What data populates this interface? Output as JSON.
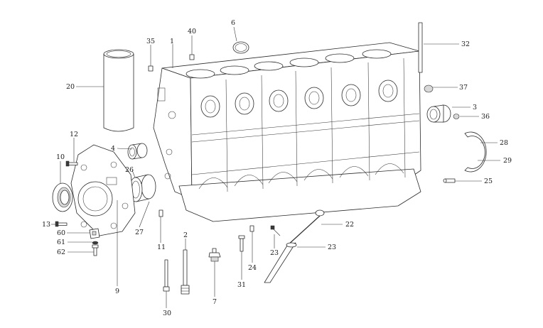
{
  "diagram": {
    "callouts": [
      {
        "id": "c1",
        "text": "1"
      },
      {
        "id": "c2",
        "text": "2"
      },
      {
        "id": "c3",
        "text": "3"
      },
      {
        "id": "c4",
        "text": "4"
      },
      {
        "id": "c6",
        "text": "6"
      },
      {
        "id": "c7",
        "text": "7"
      },
      {
        "id": "c9",
        "text": "9"
      },
      {
        "id": "c10",
        "text": "10"
      },
      {
        "id": "c11",
        "text": "11"
      },
      {
        "id": "c12",
        "text": "12"
      },
      {
        "id": "c13",
        "text": "13"
      },
      {
        "id": "c20",
        "text": "20"
      },
      {
        "id": "c22",
        "text": "22"
      },
      {
        "id": "c23a",
        "text": "23"
      },
      {
        "id": "c23b",
        "text": "23"
      },
      {
        "id": "c24",
        "text": "24"
      },
      {
        "id": "c25",
        "text": "25"
      },
      {
        "id": "c26",
        "text": "26"
      },
      {
        "id": "c27",
        "text": "27"
      },
      {
        "id": "c28",
        "text": "28"
      },
      {
        "id": "c29",
        "text": "29"
      },
      {
        "id": "c30",
        "text": "30"
      },
      {
        "id": "c31",
        "text": "31"
      },
      {
        "id": "c32",
        "text": "32"
      },
      {
        "id": "c35",
        "text": "35"
      },
      {
        "id": "c36",
        "text": "36"
      },
      {
        "id": "c37",
        "text": "37"
      },
      {
        "id": "c40",
        "text": "40"
      },
      {
        "id": "c60",
        "text": "60"
      },
      {
        "id": "c61",
        "text": "61"
      },
      {
        "id": "c62",
        "text": "62"
      }
    ]
  }
}
